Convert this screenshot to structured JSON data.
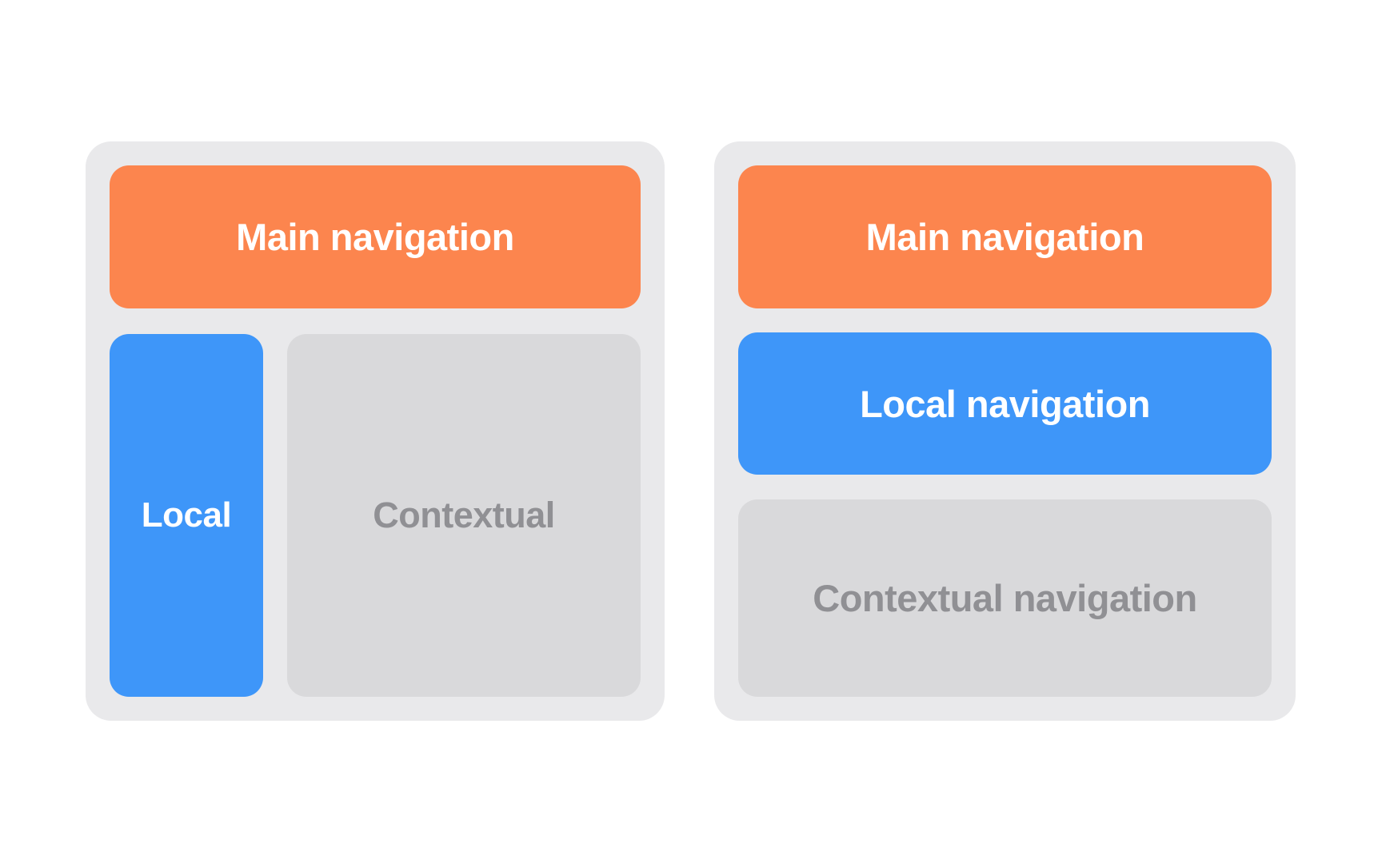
{
  "colors": {
    "panel_bg": "#E9E9EB",
    "main_nav": "#FC854E",
    "local_nav": "#3E96F9",
    "contextual_nav": "#D9D9DB",
    "text_on_color": "#FFFFFF",
    "text_muted": "#909094"
  },
  "panels": [
    {
      "layout": "sidebar",
      "main_nav_label": "Main navigation",
      "local_nav_label": "Local",
      "contextual_label": "Contextual"
    },
    {
      "layout": "stacked",
      "main_nav_label": "Main navigation",
      "local_nav_label": "Local navigation",
      "contextual_label": "Contextual navigation"
    }
  ]
}
